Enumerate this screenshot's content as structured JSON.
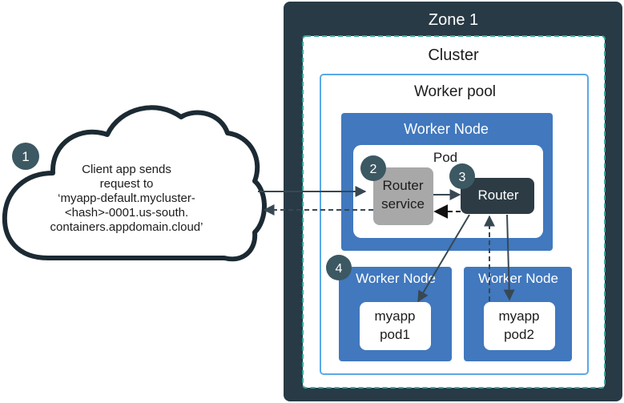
{
  "colors": {
    "zone_fill": "#283a46",
    "cluster_border": "#3aa79e",
    "pool_border": "#5aa9e6",
    "worker_node_fill": "#4178be",
    "router_service_fill": "#a8a8a8",
    "router_fill": "#2d3b44",
    "step_badge_fill": "#3c5862",
    "arrow": "#384852",
    "cloud_stroke": "#1c2a33"
  },
  "zone": {
    "label": "Zone 1"
  },
  "cluster": {
    "label": "Cluster"
  },
  "worker_pool": {
    "label": "Worker pool"
  },
  "worker_node_main": {
    "label": "Worker Node"
  },
  "pod": {
    "label": "Pod"
  },
  "router_service": {
    "line1": "Router",
    "line2": "service"
  },
  "router": {
    "label": "Router"
  },
  "worker_node_left": {
    "label": "Worker Node"
  },
  "worker_node_right": {
    "label": "Worker Node"
  },
  "app_pod1": {
    "line1": "myapp",
    "line2": "pod1"
  },
  "app_pod2": {
    "line1": "myapp",
    "line2": "pod2"
  },
  "client": {
    "lines": [
      "Client app sends",
      "request to",
      "‘myapp-default.mycluster-",
      "<hash>-0001.us-south.",
      "containers.appdomain.cloud’"
    ]
  },
  "steps": [
    "1",
    "2",
    "3",
    "4"
  ]
}
